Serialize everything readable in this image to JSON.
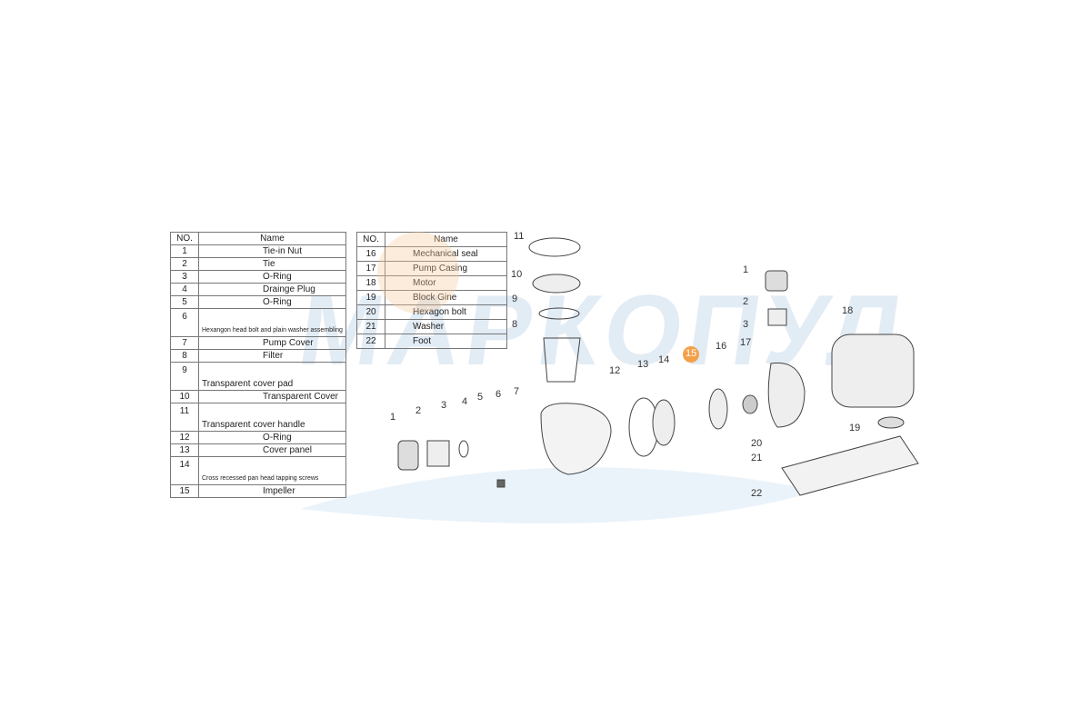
{
  "watermark": "МАРКОПУЛ",
  "table1": {
    "header": {
      "no": "NO.",
      "name": "Name"
    },
    "rows": [
      {
        "no": "1",
        "name": "Tie-in Nut"
      },
      {
        "no": "2",
        "name": "Tie"
      },
      {
        "no": "3",
        "name": "O-Ring"
      },
      {
        "no": "4",
        "name": "Drainge Plug"
      },
      {
        "no": "5",
        "name": "O-Ring"
      },
      {
        "no": "6",
        "name": "Hexangon head bolt and plain washer assembling"
      },
      {
        "no": "7",
        "name": "Pump Cover"
      },
      {
        "no": "8",
        "name": "Filter"
      },
      {
        "no": "9",
        "name": "Transparent cover pad"
      },
      {
        "no": "10",
        "name": "Transparent Cover"
      },
      {
        "no": "11",
        "name": "Transparent cover handle"
      },
      {
        "no": "12",
        "name": "O-Ring"
      },
      {
        "no": "13",
        "name": "Cover panel"
      },
      {
        "no": "14",
        "name": "Cross recessed pan head tapping screws"
      },
      {
        "no": "15",
        "name": "Impeller"
      }
    ]
  },
  "table2": {
    "header": {
      "no": "NO.",
      "name": "Name"
    },
    "rows": [
      {
        "no": "16",
        "name": "Mechanical seal"
      },
      {
        "no": "17",
        "name": "Pump Casing"
      },
      {
        "no": "18",
        "name": "Motor"
      },
      {
        "no": "19",
        "name": "Block Gine"
      },
      {
        "no": "20",
        "name": "Hexagon bolt"
      },
      {
        "no": "21",
        "name": "Washer"
      },
      {
        "no": "22",
        "name": "Foot"
      }
    ]
  },
  "callouts": [
    "11",
    "10",
    "9",
    "8",
    "7",
    "6",
    "5",
    "4",
    "3",
    "2",
    "1",
    "12",
    "13",
    "14",
    "15",
    "16",
    "17",
    "3",
    "2",
    "1",
    "18",
    "19",
    "20",
    "21",
    "22"
  ]
}
